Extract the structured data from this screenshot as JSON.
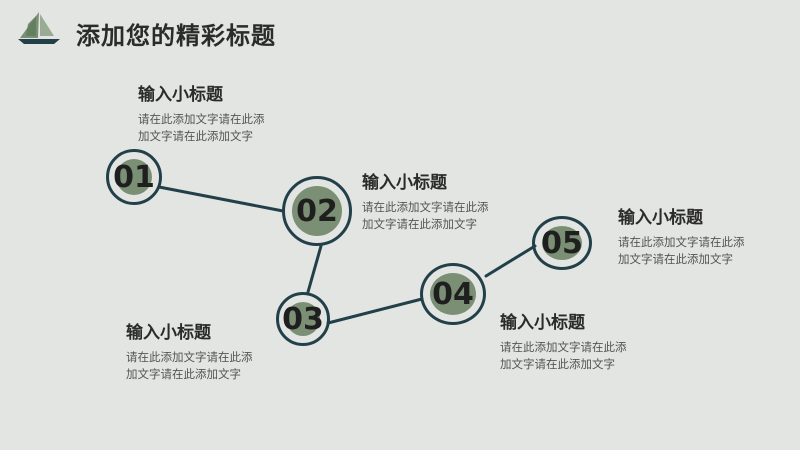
{
  "title": "添加您的精彩标题",
  "colors": {
    "background": "#e2e5e1",
    "node_fill": "#7a8f74",
    "node_stroke": "#23404a"
  },
  "items": [
    {
      "num": "01",
      "subtitle": "输入小标题",
      "desc": "请在此添加文字请在此添\n加文字请在此添加文字"
    },
    {
      "num": "02",
      "subtitle": "输入小标题",
      "desc": "请在此添加文字请在此添\n加文字请在此添加文字"
    },
    {
      "num": "03",
      "subtitle": "输入小标题",
      "desc": "请在此添加文字请在此添\n加文字请在此添加文字"
    },
    {
      "num": "04",
      "subtitle": "输入小标题",
      "desc": "请在此添加文字请在此添\n加文字请在此添加文字"
    },
    {
      "num": "05",
      "subtitle": "输入小标题",
      "desc": "请在此添加文字请在此添\n加文字请在此添加文字"
    }
  ]
}
